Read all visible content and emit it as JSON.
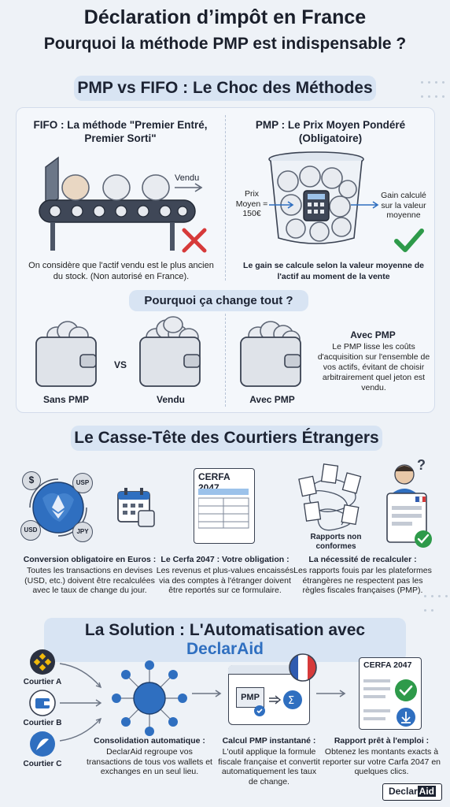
{
  "header": {
    "title": "Déclaration d’impôt en France",
    "subtitle": "Pourquoi la méthode PMP est indispensable ?"
  },
  "section1": {
    "pill": "PMP vs FIFO : Le Choc des Méthodes",
    "fifo": {
      "title": "FIFO : La méthode \"Premier Entré, Premier Sorti\"",
      "arrow_label": "Vendu",
      "description": "On considère que l'actif vendu est le plus ancien du stock. (Non autorisé en France)."
    },
    "pmp": {
      "title": "PMP : Le Prix Moyen Pondéré (Obligatoire)",
      "left_label": "Prix Moyen = 150€",
      "right_label": "Gain calculé sur la valeur moyenne",
      "description": "Le gain se calcule selon la valeur moyenne de l'actif au moment de la vente"
    },
    "why": {
      "pill": "Pourquoi ça change tout ?",
      "wallet1": "Sans PMP",
      "vs": "VS",
      "wallet2": "Vendu",
      "wallet3": "Avec PMP",
      "avec_title": "Avec PMP",
      "avec_text": "Le PMP lisse les coûts d'acquisition sur l'ensemble de vos actifs, évitant de choisir arbitrairement quel jeton est vendu."
    }
  },
  "section2": {
    "pill": "Le Casse-Tête des Courtiers Étrangers",
    "currencies": [
      "$",
      "USP",
      "USD",
      "JPY"
    ],
    "cerfa_label": "CERFA 2047",
    "reports_label": "Rapports non conformes",
    "col1_title": "Conversion obligatoire en Euros :",
    "col1_text": "Toutes les transactions en devises (USD, etc.) doivent être recalculées avec le taux de change du jour.",
    "col2_title": "Le Cerfa 2047 : Votre obligation :",
    "col2_text": "Les revenus et plus-values encaissés via des comptes à l'étranger doivent être reportés sur ce formulaire.",
    "col3_title": "La nécessité de recalculer :",
    "col3_text": "Les rapports fouis par les plateformes étrangères ne respectent pas les règles fiscales françaises (PMP).",
    "question": "?"
  },
  "section3": {
    "pill_prefix": "La Solution : L'Automatisation avec ",
    "pill_brand": "DeclarAid",
    "brokers": [
      "Courtier A",
      "Courtier B",
      "Courtier C"
    ],
    "pmp_label": "PMP",
    "cerfa_label": "CERFA 2047",
    "col1_title": "Consolidation automatique :",
    "col1_text": "DeclarAid regroupe vos transactions de tous vos wallets et exchanges en un seul lieu.",
    "col2_title": "Calcul PMP instantané :",
    "col2_text": "L'outil applique la formule fiscale française et convertit automatiquement les taux de change.",
    "col3_title": "Rapport prêt à l'emploi :",
    "col3_text": "Obtenez les montants exacts à reporter sur votre Carfa 2047 en quelques clics."
  },
  "logo": {
    "part1": "Declar",
    "part2": "Aid"
  },
  "colors": {
    "accent": "#2f6fc0",
    "green": "#2e9a4a",
    "red": "#d63a3a",
    "pill": "#d8e4f3"
  }
}
